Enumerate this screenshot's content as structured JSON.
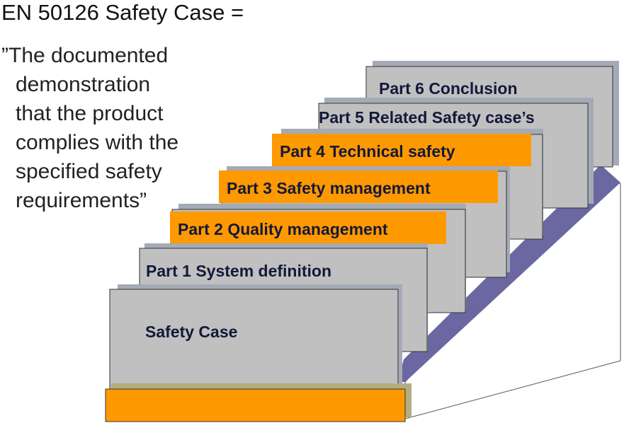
{
  "heading": "EN 50126 Safety Case =",
  "definition_lines": [
    "”The documented",
    "demonstration",
    "that the product",
    "complies with the",
    "specified safety",
    "requirements”"
  ],
  "layers": {
    "part6": "Part 6 Conclusion",
    "part5": "Part 5 Related Safety case’s",
    "part4": "Part 4 Technical safety",
    "part3": "Part 3 Safety management",
    "part2": "Part 2 Quality management",
    "part1": "Part 1 System definition",
    "base": "Safety Case"
  },
  "colors": {
    "card_fill": "#c0c0c0",
    "card_back": "#a4abb6",
    "highlight": "#ff9900",
    "ramp": "#6b67a0",
    "label_text": "#14183a",
    "base_shadow": "#b3ad80"
  }
}
